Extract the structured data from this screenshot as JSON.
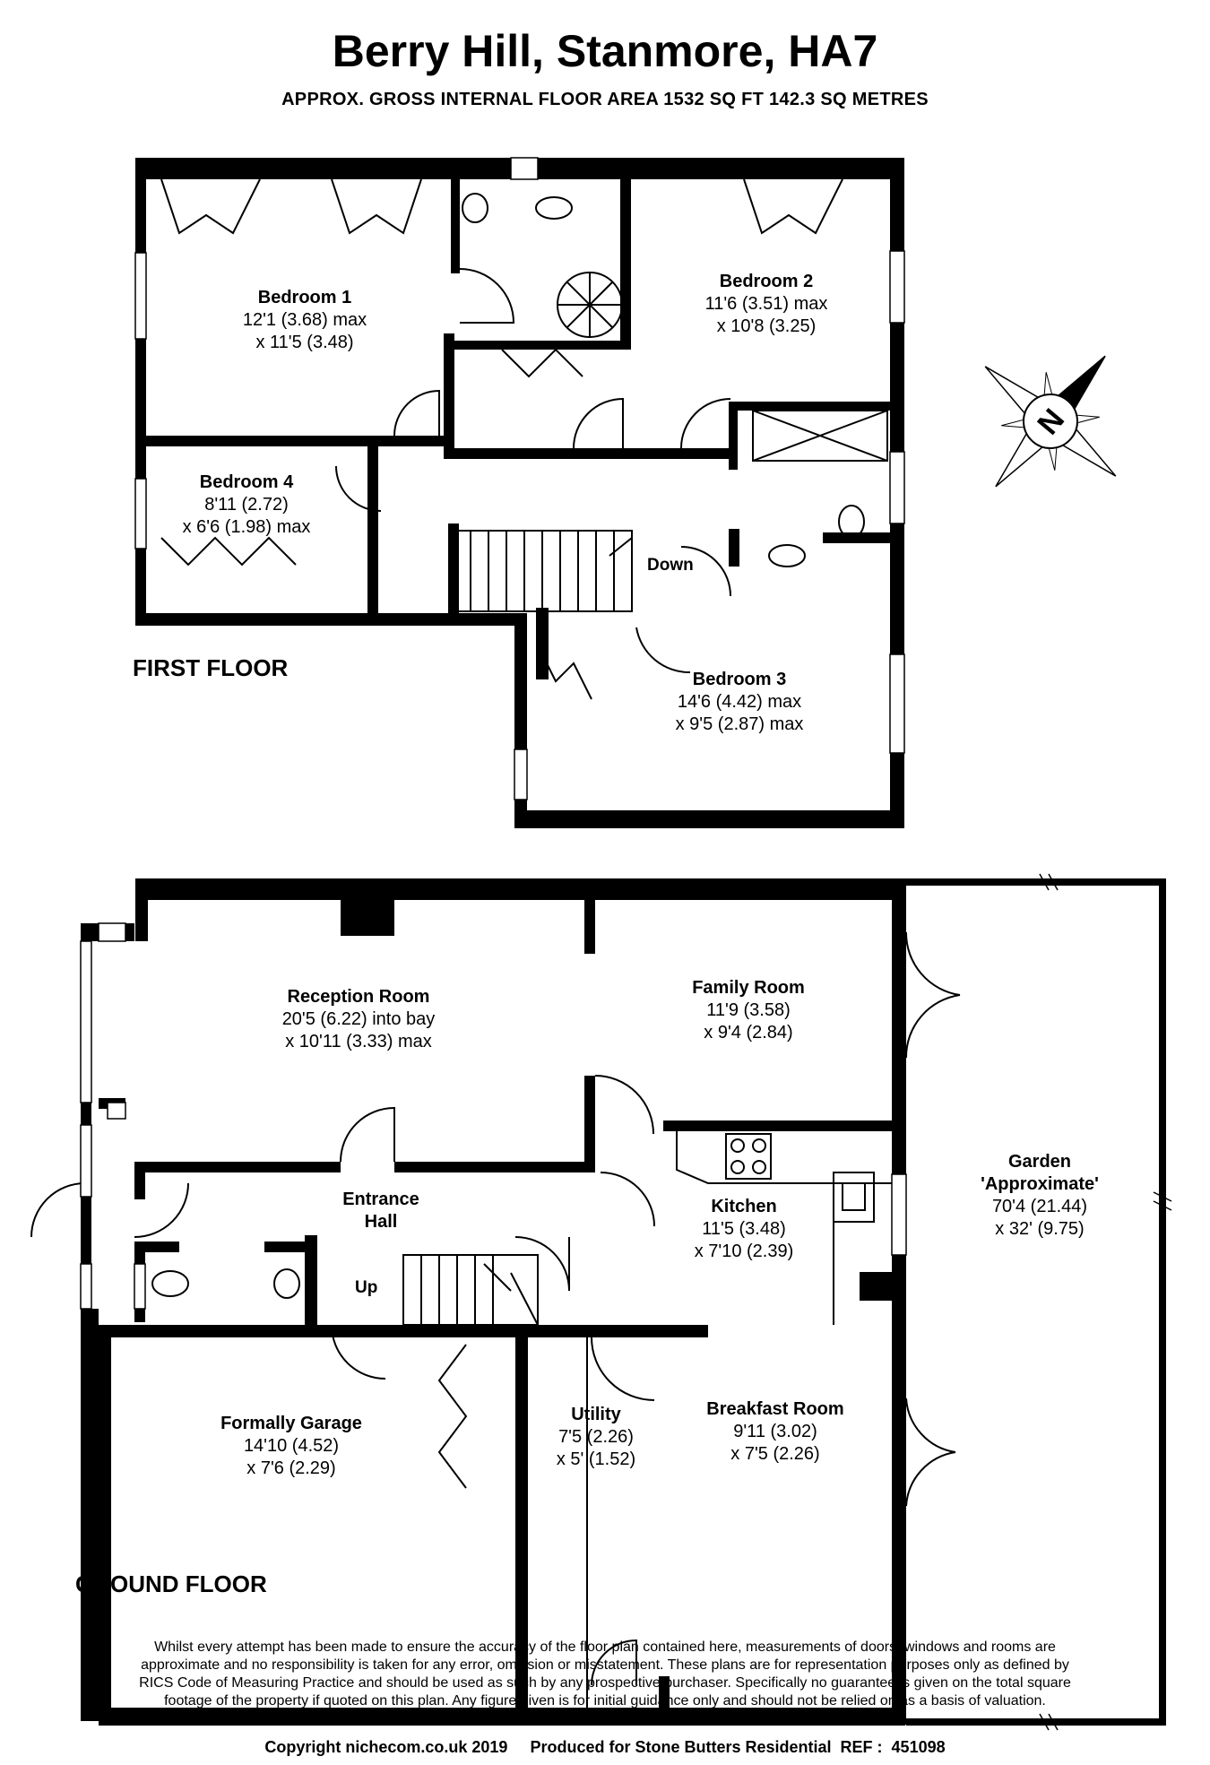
{
  "header": {
    "title": "Berry Hill, Stanmore, HA7",
    "area": "APPROX. GROSS INTERNAL FLOOR AREA 1532 SQ FT 142.3 SQ METRES"
  },
  "floors": {
    "first": "FIRST FLOOR",
    "ground": "GROUND FLOOR"
  },
  "rooms": {
    "bedroom1": {
      "name": "Bedroom 1",
      "dim1": "12'1 (3.68) max",
      "dim2": "x 11'5 (3.48)"
    },
    "bedroom2": {
      "name": "Bedroom 2",
      "dim1": "11'6 (3.51) max",
      "dim2": "x 10'8 (3.25)"
    },
    "bedroom3": {
      "name": "Bedroom 3",
      "dim1": "14'6 (4.42) max",
      "dim2": "x 9'5 (2.87) max"
    },
    "bedroom4": {
      "name": "Bedroom 4",
      "dim1": "8'11 (2.72)",
      "dim2": "x 6'6 (1.98) max"
    },
    "reception": {
      "name": "Reception Room",
      "dim1": "20'5 (6.22) into bay",
      "dim2": "x 10'11 (3.33) max"
    },
    "family": {
      "name": "Family Room",
      "dim1": "11'9 (3.58)",
      "dim2": "x 9'4 (2.84)"
    },
    "entrance": {
      "name1": "Entrance",
      "name2": "Hall"
    },
    "kitchen": {
      "name": "Kitchen",
      "dim1": "11'5 (3.48)",
      "dim2": "x 7'10 (2.39)"
    },
    "garden": {
      "name1": "Garden",
      "name2": "'Approximate'",
      "dim1": "70'4 (21.44)",
      "dim2": "x 32' (9.75)"
    },
    "garage": {
      "name": "Formally Garage",
      "dim1": "14'10 (4.52)",
      "dim2": "x 7'6 (2.29)"
    },
    "utility": {
      "name": "Utility",
      "dim1": "7'5 (2.26)",
      "dim2": "x 5' (1.52)"
    },
    "breakfast": {
      "name": "Breakfast Room",
      "dim1": "9'11 (3.02)",
      "dim2": "x 7'5 (2.26)"
    }
  },
  "labels": {
    "down": "Down",
    "up": "Up",
    "compass": "N"
  },
  "disclaimer": "Whilst every attempt has been made to ensure the accuracy of the floor plan contained here, measurements of doors, windows and rooms are approximate and no responsibility is taken for any error, omission or misstatement. These plans are for representation purposes only as defined by RICS Code of Measuring Practice and should be used as such by any prospective purchaser. Specifically no guarantee is given on the total square footage of the property if quoted on this plan. Any figure given is for initial guidance only and should not be relied on as a basis of valuation.",
  "footer": {
    "copyright": "Copyright nichecom.co.uk 2019",
    "produced": "Produced for Stone Butters Residential",
    "ref": "REF :  451098"
  }
}
